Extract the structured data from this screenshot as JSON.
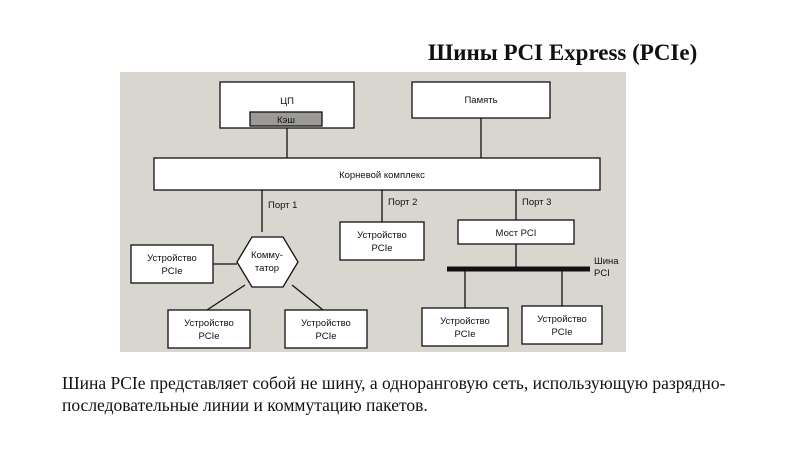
{
  "title": "Шины PCI Express (PCIe)",
  "diagram": {
    "cpu": "ЦП",
    "cache": "Кэш",
    "memory": "Память",
    "root_complex": "Корневой комплекс",
    "port1": "Порт 1",
    "port2": "Порт 2",
    "port3": "Порт 3",
    "switch_line1": "Комму-",
    "switch_line2": "татор",
    "device_line1": "Устройство",
    "device_line2": "PCIe",
    "pci_bridge": "Мост PCI",
    "pci_bus_line1": "Шина",
    "pci_bus_line2": "PCI"
  },
  "description": "Шина PCIe представляет собой не шину, а одноранговую сеть, использующую разрядно-последовательные линии и коммутацию пакетов."
}
